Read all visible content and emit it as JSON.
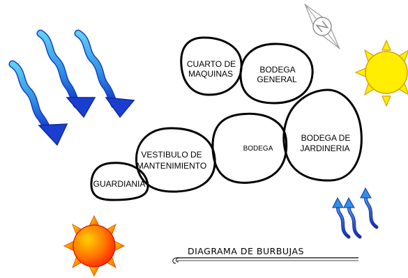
{
  "diagram": {
    "title": "DIAGRAMA DE BURBUJAS",
    "bubbles": {
      "cuarto_maquinas": [
        "CUARTO DE",
        "MAQUINAS"
      ],
      "bodega_general": [
        "BODEGA",
        "GENERAL"
      ],
      "bodega": [
        "BODEGA"
      ],
      "bodega_jardineria": [
        "BODEGA DE",
        "JARDINERIA"
      ],
      "vestibulo": [
        "VESTIBULO DE",
        "MANTENIMIENTO"
      ],
      "guardiania": [
        "GUARDIANIA"
      ]
    },
    "icons": {
      "compass": "north-compass-icon",
      "sun_top": "sun-icon",
      "sun_bottom": "sun-icon",
      "wind_large": "wind-arrows-icon",
      "wind_small": "wind-arrows-icon"
    },
    "colors": {
      "bubble_stroke": "#000000",
      "wind_blue": "#1f5fd6",
      "wind_light": "#4fc3f0",
      "sun_yellow": "#ffee00",
      "sun_orange": "#ff7a00",
      "sun_red": "#ff1a00"
    }
  }
}
